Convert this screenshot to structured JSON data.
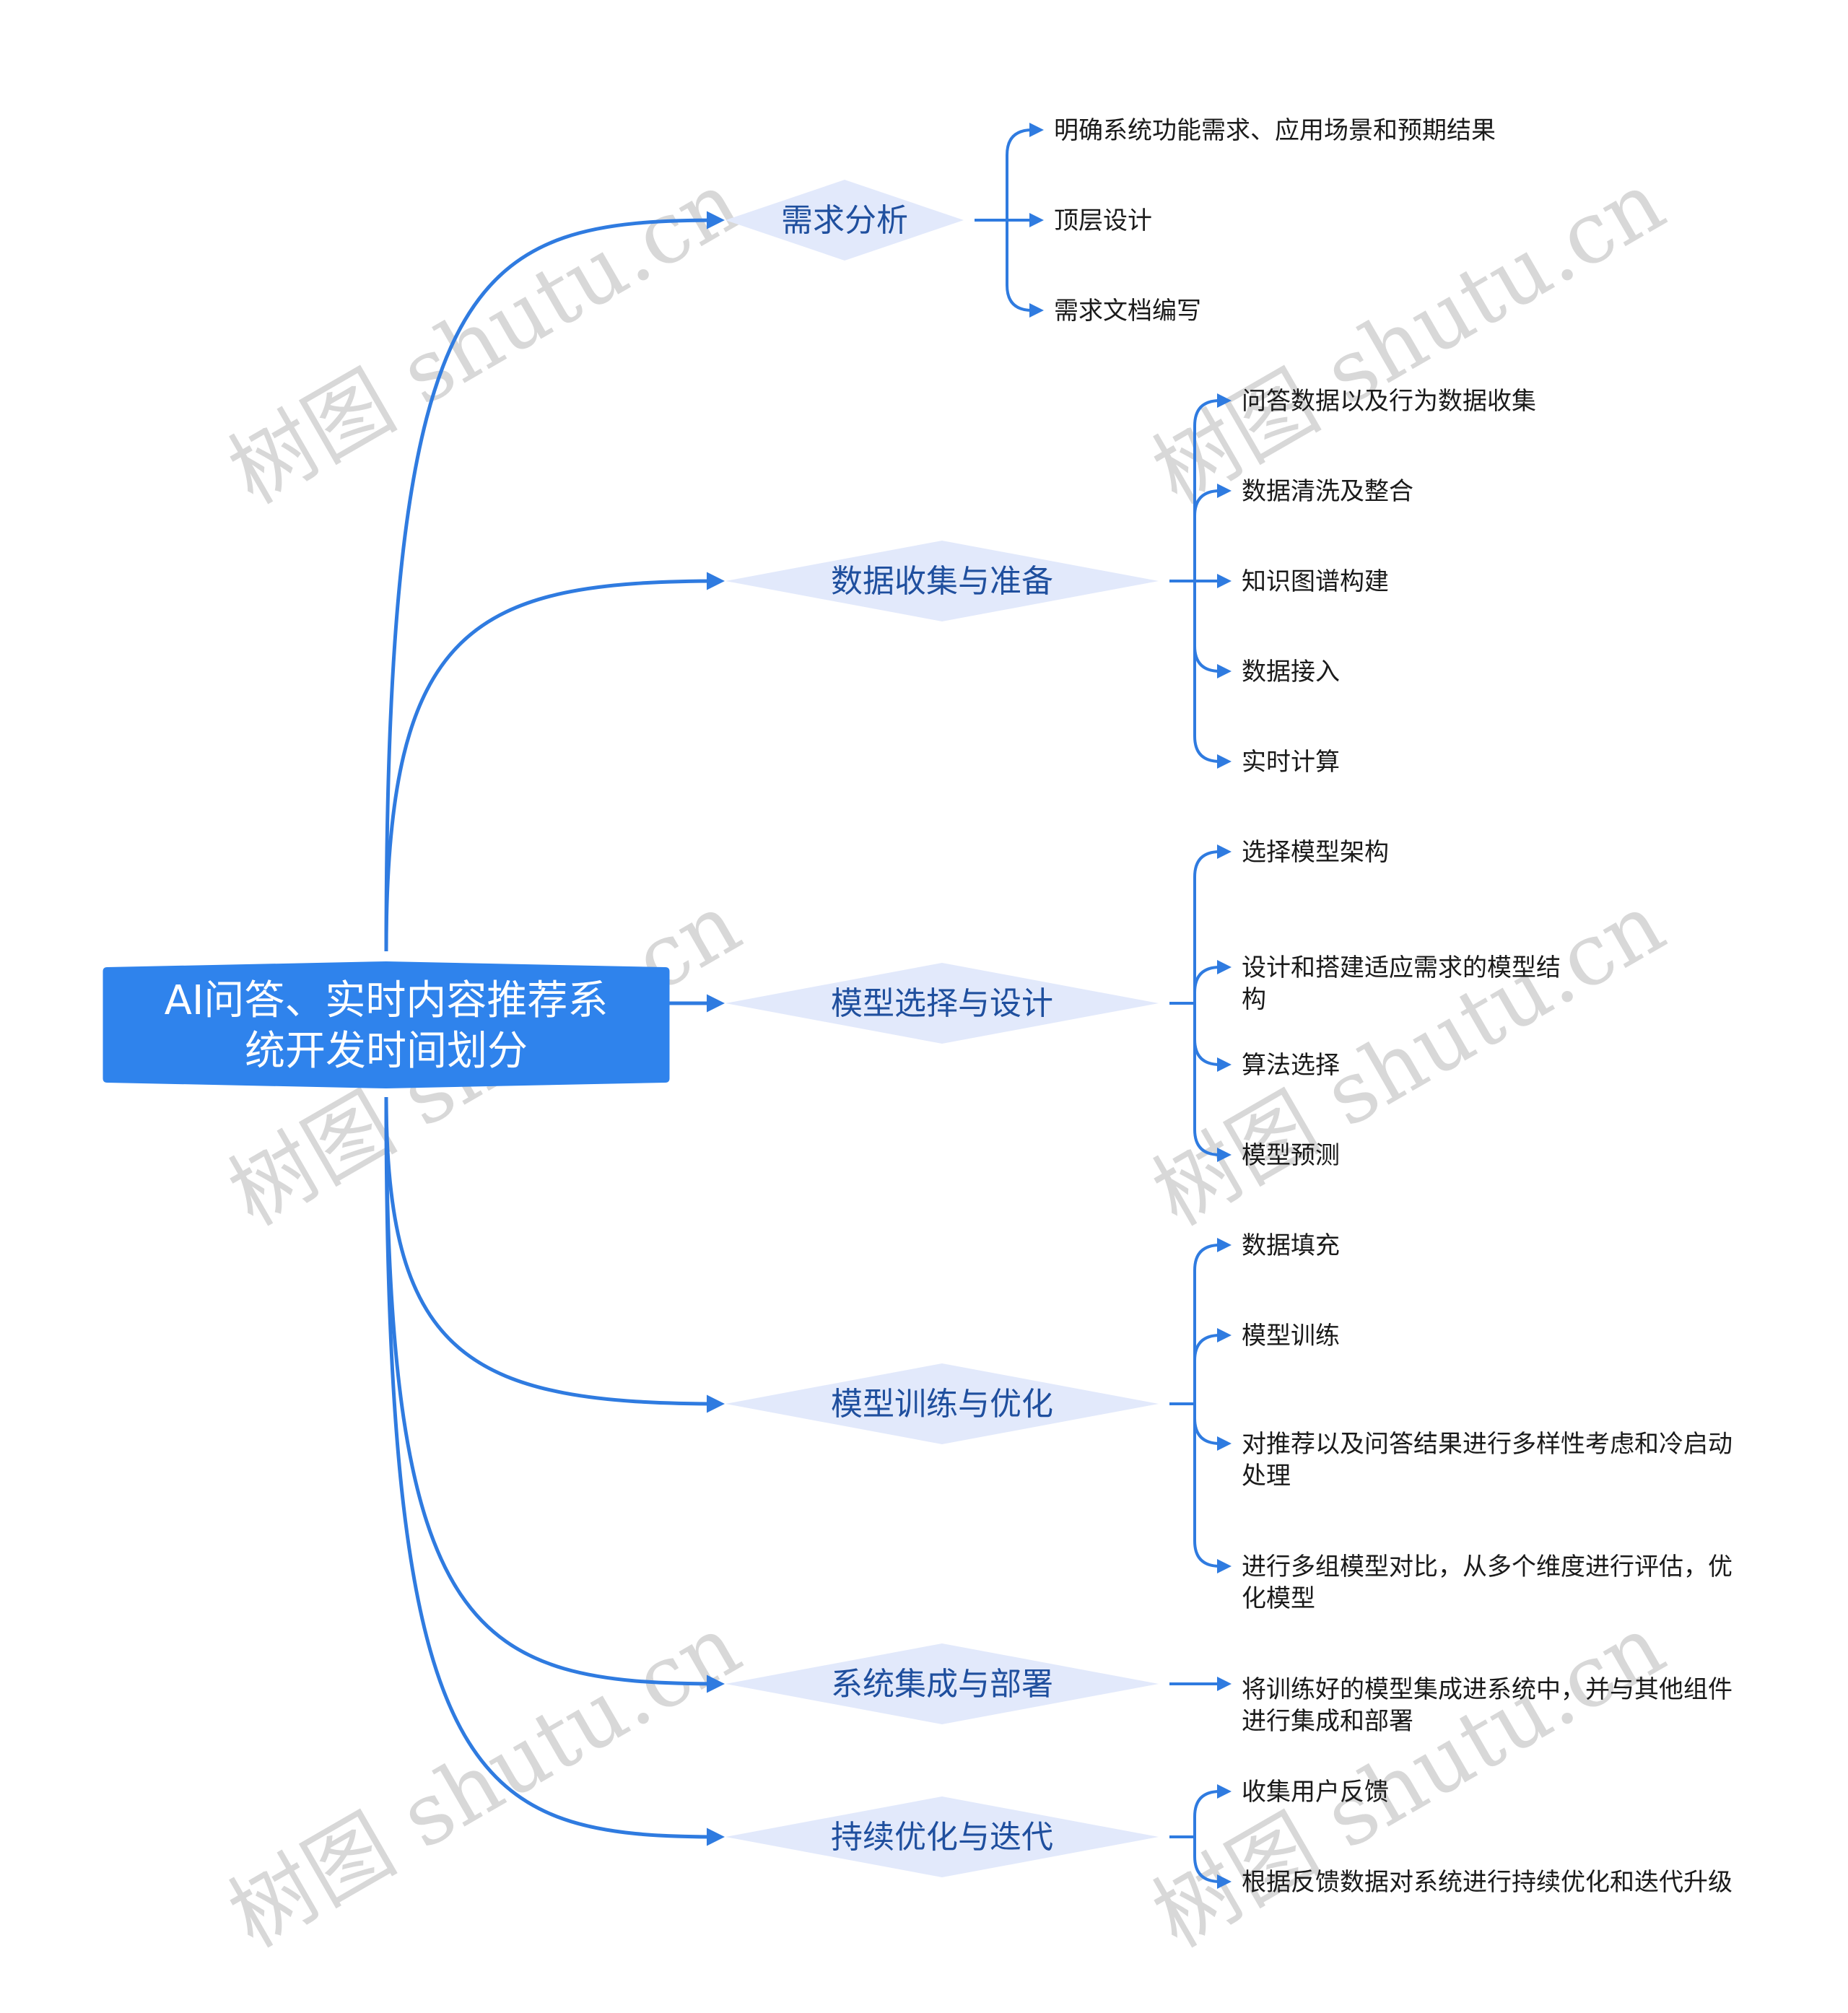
{
  "colors": {
    "line": "#2f7be0",
    "root_fill": "#2f83ec",
    "branch_fill": "#e2e9fb",
    "branch_text": "#1f4f9e",
    "leaf_text": "#1a1a1a",
    "watermark": "#d8d8d8"
  },
  "watermark": "树图 shutu.cn",
  "root": {
    "lines": [
      "AI问答、实时内容推荐系",
      "统开发时间划分"
    ]
  },
  "branches": [
    {
      "label": "需求分析",
      "children": [
        {
          "lines": [
            "明确系统功能需求、应用场景和预期结果"
          ]
        },
        {
          "lines": [
            "顶层设计"
          ]
        },
        {
          "lines": [
            "需求文档编写"
          ]
        }
      ]
    },
    {
      "label": "数据收集与准备",
      "children": [
        {
          "lines": [
            "问答数据以及行为数据收集"
          ]
        },
        {
          "lines": [
            "数据清洗及整合"
          ]
        },
        {
          "lines": [
            "知识图谱构建"
          ]
        },
        {
          "lines": [
            "数据接入"
          ]
        },
        {
          "lines": [
            "实时计算"
          ]
        }
      ]
    },
    {
      "label": "模型选择与设计",
      "children": [
        {
          "lines": [
            "选择模型架构"
          ]
        },
        {
          "lines": [
            "设计和搭建适应需求的模型结",
            "构"
          ]
        },
        {
          "lines": [
            "算法选择"
          ]
        },
        {
          "lines": [
            "模型预测"
          ]
        }
      ]
    },
    {
      "label": "模型训练与优化",
      "children": [
        {
          "lines": [
            "数据填充"
          ]
        },
        {
          "lines": [
            "模型训练"
          ]
        },
        {
          "lines": [
            "对推荐以及问答结果进行多样性考虑和冷启动",
            "处理"
          ]
        },
        {
          "lines": [
            "进行多组模型对比，从多个维度进行评估，优",
            "化模型"
          ]
        }
      ]
    },
    {
      "label": "系统集成与部署",
      "children": [
        {
          "lines": [
            "将训练好的模型集成进系统中，并与其他组件",
            "进行集成和部署"
          ]
        }
      ]
    },
    {
      "label": "持续优化与迭代",
      "children": [
        {
          "lines": [
            "收集用户反馈"
          ]
        },
        {
          "lines": [
            "根据反馈数据对系统进行持续优化和迭代升级"
          ]
        }
      ]
    }
  ]
}
